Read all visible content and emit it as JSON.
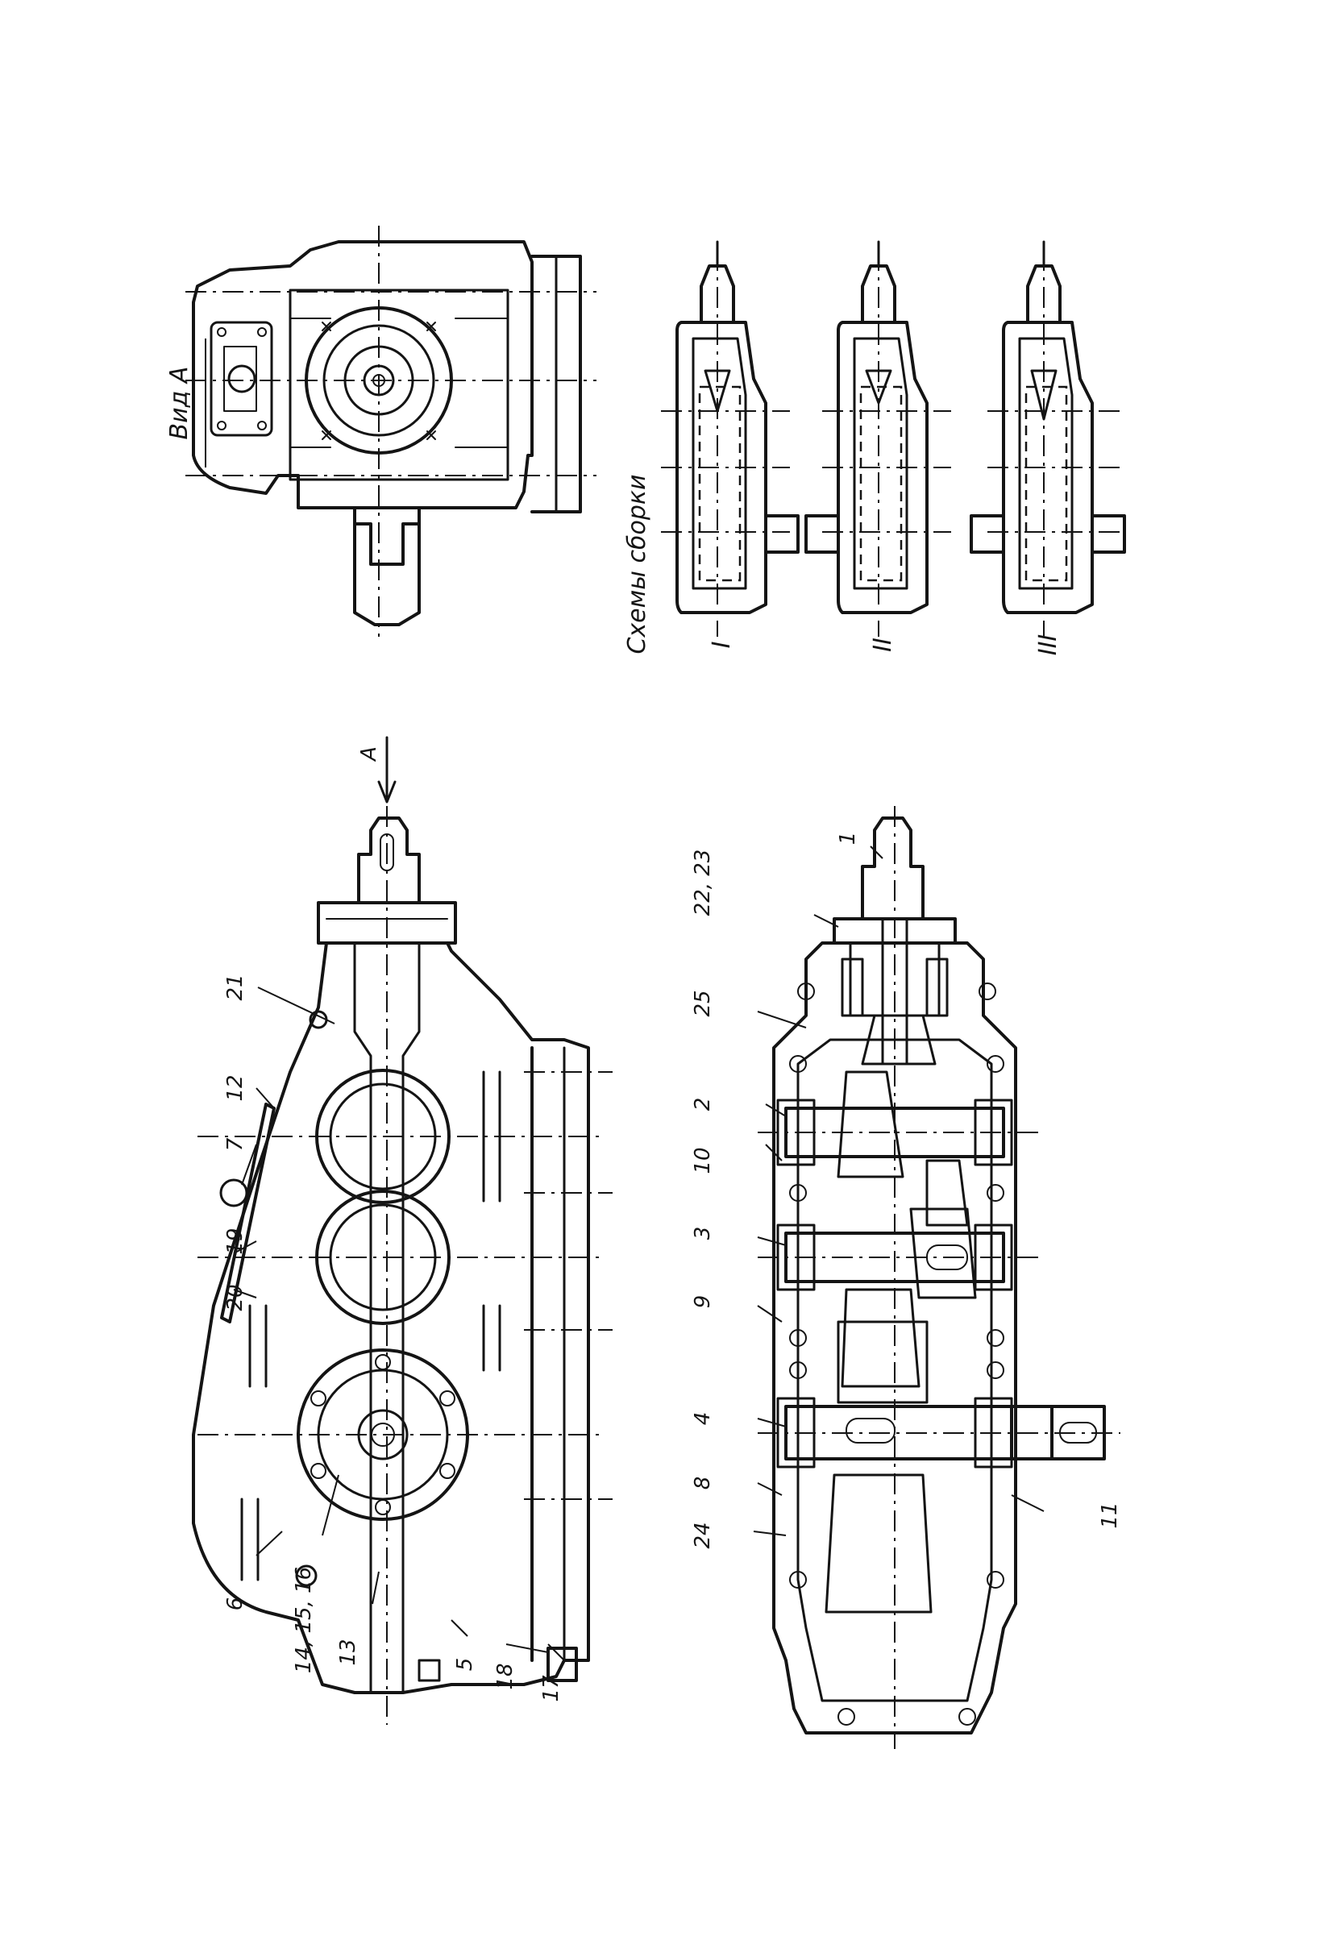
{
  "view_label": "Вид А",
  "view_arrow_label": "A",
  "assembly_title": "Схемы сборки",
  "schemes": [
    {
      "id": "I",
      "label": "I"
    },
    {
      "id": "II",
      "label": "II"
    },
    {
      "id": "III",
      "label": "III"
    }
  ],
  "side_view_callouts": [
    "21",
    "12",
    "7",
    "19",
    "20",
    "6",
    "14, 15, 16",
    "13",
    "5",
    "18",
    "17"
  ],
  "plan_view_callouts": [
    "1",
    "22, 23",
    "25",
    "2",
    "10",
    "3",
    "9",
    "4",
    "8",
    "24",
    "11"
  ]
}
